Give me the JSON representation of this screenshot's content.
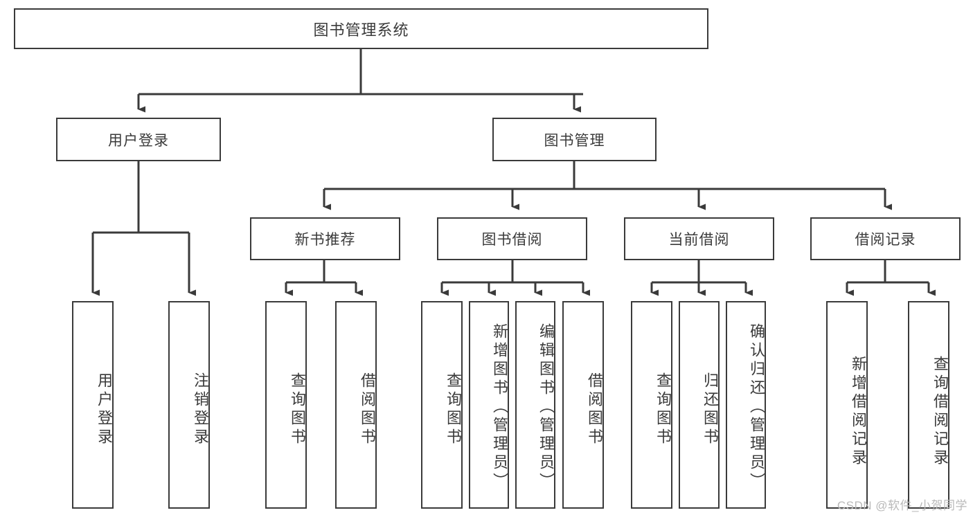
{
  "diagram": {
    "title": "图书管理系统",
    "type": "hierarchy-tree",
    "watermark": "CSDN @软件_小贺同学",
    "colors": {
      "stroke": "#3a3a3a",
      "fill": "#ffffff",
      "text": "#3a3a3a",
      "watermark": "#b9b9b9"
    },
    "root": {
      "label": "图书管理系统"
    },
    "level2": [
      {
        "label": "用户登录"
      },
      {
        "label": "图书管理"
      }
    ],
    "level3": [
      {
        "label": "新书推荐"
      },
      {
        "label": "图书借阅"
      },
      {
        "label": "当前借阅"
      },
      {
        "label": "借阅记录"
      }
    ],
    "leaves": {
      "user_login": [
        {
          "label": "用户登录"
        },
        {
          "label": "注销登录"
        }
      ],
      "new_book_recommend": [
        {
          "label": "查询图书"
        },
        {
          "label": "借阅图书"
        }
      ],
      "book_borrow": [
        {
          "label": "查询图书"
        },
        {
          "label": "新增图书（管理员）"
        },
        {
          "label": "编辑图书（管理员）"
        },
        {
          "label": "借阅图书"
        }
      ],
      "current_borrow": [
        {
          "label": "查询图书"
        },
        {
          "label": "归还图书"
        },
        {
          "label": "确认归还（管理员）"
        }
      ],
      "borrow_record": [
        {
          "label": "新增借阅记录"
        },
        {
          "label": "查询借阅记录"
        }
      ]
    }
  }
}
